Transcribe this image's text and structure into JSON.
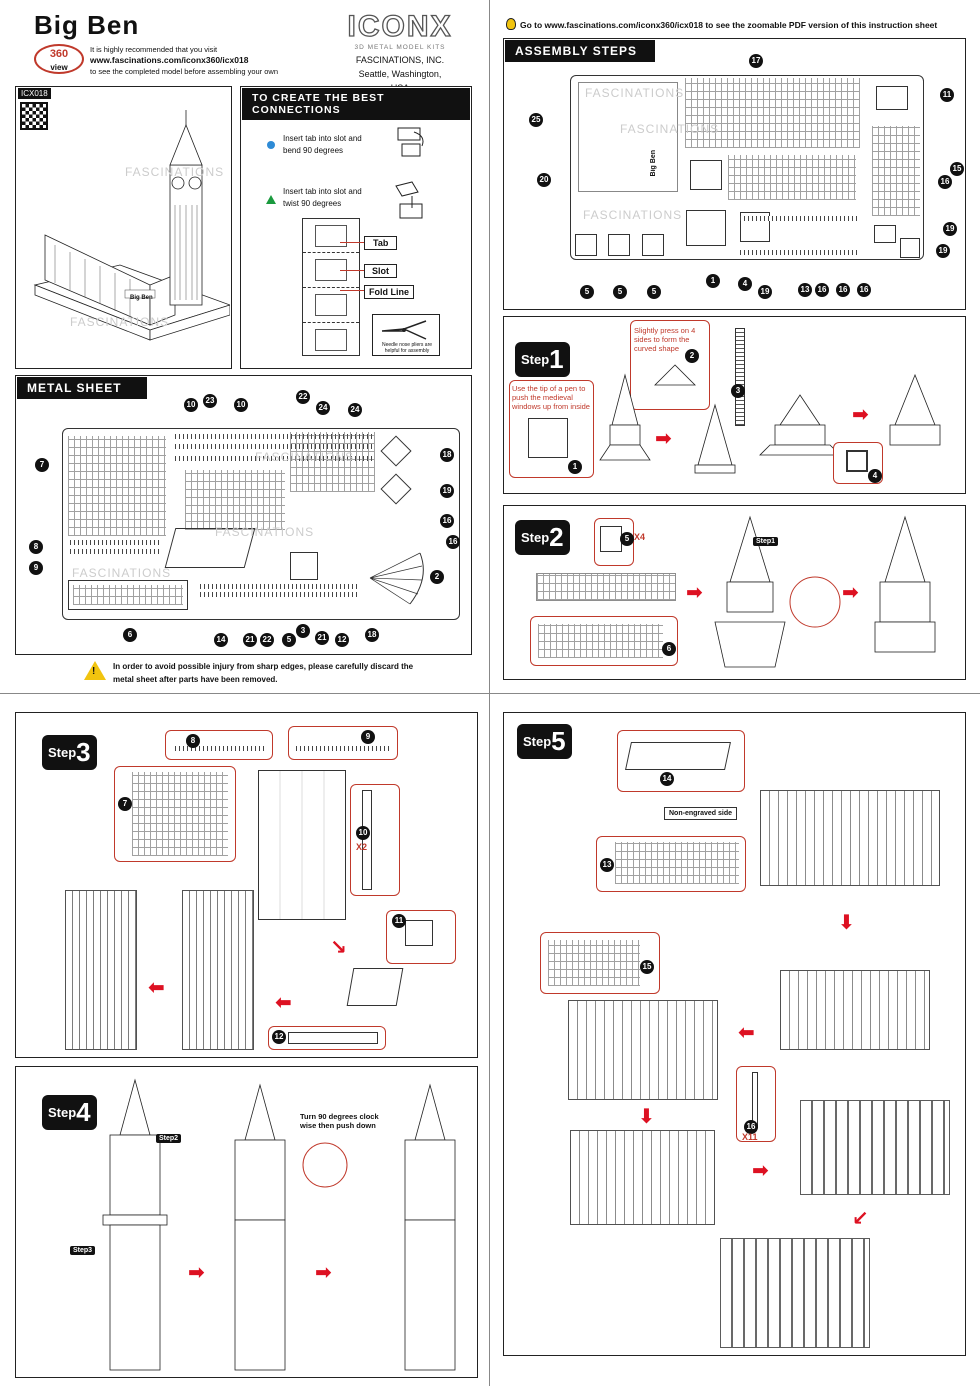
{
  "header": {
    "title": "Big Ben",
    "badge_360": "360",
    "badge_view": "view",
    "recommend_line": "It is highly recommended that you visit",
    "url": "www.fascinations.com/iconx360/icx018",
    "recommend_tail": "to see the completed model before assembling your own",
    "brand": "ICONX",
    "brand_sub": "3D METAL MODEL KITS",
    "company": "FASCINATIONS, INC.",
    "city": "Seattle, Washington, USA",
    "model_code": "ICX018",
    "model_plate": "Big Ben"
  },
  "connections": {
    "title": "TO CREATE THE BEST CONNECTIONS",
    "item1": "Insert tab into slot and bend 90 degrees",
    "item2": "Insert tab into slot and twist 90  degrees",
    "tab": "Tab",
    "slot": "Slot",
    "fold_line": "Fold Line",
    "pliers_note": "Needle nose pliers are helpful for assembly"
  },
  "metal_sheet": {
    "title": "METAL SHEET",
    "warning": "In order to avoid possible injury from sharp edges, please carefully discard the metal sheet after parts have been removed.",
    "watermark": "FASCINATIONS",
    "nums_top": [
      "10",
      "23",
      "10",
      "22",
      "24",
      "24"
    ],
    "nums_right": [
      "18",
      "19",
      "16",
      "16",
      "2"
    ],
    "nums_left": [
      "7",
      "8",
      "9",
      "6"
    ],
    "nums_bottom": [
      "14",
      "21",
      "22",
      "5",
      "3",
      "21",
      "12",
      "18"
    ]
  },
  "top_right": {
    "pdf_note": "Go to www.fascinations.com/iconx360/icx018 to see the zoomable PDF version of this instruction sheet",
    "title": "ASSEMBLY STEPS",
    "plate": "Big Ben",
    "watermark": "FASCINATIONS",
    "nums": [
      "17",
      "25",
      "20",
      "11",
      "15",
      "16",
      "19",
      "19",
      "1",
      "4",
      "19",
      "13",
      "16",
      "16",
      "16",
      "5",
      "5",
      "5"
    ]
  },
  "step1": {
    "label": "Step",
    "num": "1",
    "note_a": "Slightly press on 4 sides to form the curved shape",
    "note_b": "Use the tip of a pen to push the medieval windows up from inside",
    "nums": [
      "2",
      "3",
      "1",
      "4"
    ]
  },
  "step2": {
    "label": "Step",
    "num": "2",
    "x4": "X4",
    "step_ref": "Step1",
    "nums": [
      "5",
      "6"
    ]
  },
  "step3": {
    "label": "Step",
    "num": "3",
    "x2": "X2",
    "nums": [
      "8",
      "9",
      "7",
      "10",
      "11",
      "12"
    ]
  },
  "step4": {
    "label": "Step",
    "num": "4",
    "step2_ref": "Step2",
    "step3_ref": "Step3",
    "note": "Turn 90 degrees clock wise then push down"
  },
  "step5": {
    "label": "Step",
    "num": "5",
    "non_engraved": "Non-engraved side",
    "x11": "X11",
    "nums": [
      "14",
      "13",
      "15",
      "16"
    ]
  },
  "colors": {
    "accent_red": "#c0392b",
    "blue_dot": "#2e8bd6",
    "green_tri": "#1a9a3e"
  }
}
